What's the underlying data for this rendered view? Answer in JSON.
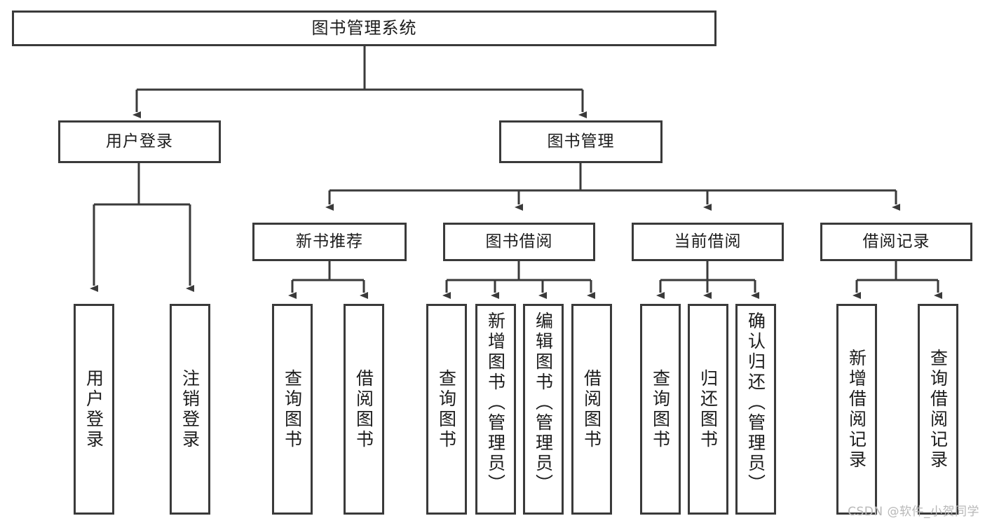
{
  "diagram": {
    "title": "图书管理系统",
    "type": "tree",
    "watermark": "CSDN @软件_小贺同学",
    "colors": {
      "border": "#3a3a3a",
      "background": "#ffffff",
      "text": "#1c1c1c",
      "watermark": "#b8b8b8"
    },
    "nodes": {
      "root": {
        "label": "图书管理系统"
      },
      "level2": [
        {
          "label": "用户登录"
        },
        {
          "label": "图书管理"
        }
      ],
      "level3": [
        {
          "label": "新书推荐"
        },
        {
          "label": "图书借阅"
        },
        {
          "label": "当前借阅"
        },
        {
          "label": "借阅记录"
        }
      ],
      "leaves": {
        "user_login": [
          {
            "label": "用户登录"
          },
          {
            "label": "注销登录"
          }
        ],
        "new_book": [
          {
            "label": "查询图书"
          },
          {
            "label": "借阅图书"
          }
        ],
        "book_borrow": [
          {
            "label": "查询图书"
          },
          {
            "label": "新增图书（管理员）"
          },
          {
            "label": "编辑图书（管理员）"
          },
          {
            "label": "借阅图书"
          }
        ],
        "current_borrow": [
          {
            "label": "查询图书"
          },
          {
            "label": "归还图书"
          },
          {
            "label": "确认归还（管理员）"
          }
        ],
        "borrow_record": [
          {
            "label": "新增借阅记录"
          },
          {
            "label": "查询借阅记录"
          }
        ]
      }
    }
  }
}
